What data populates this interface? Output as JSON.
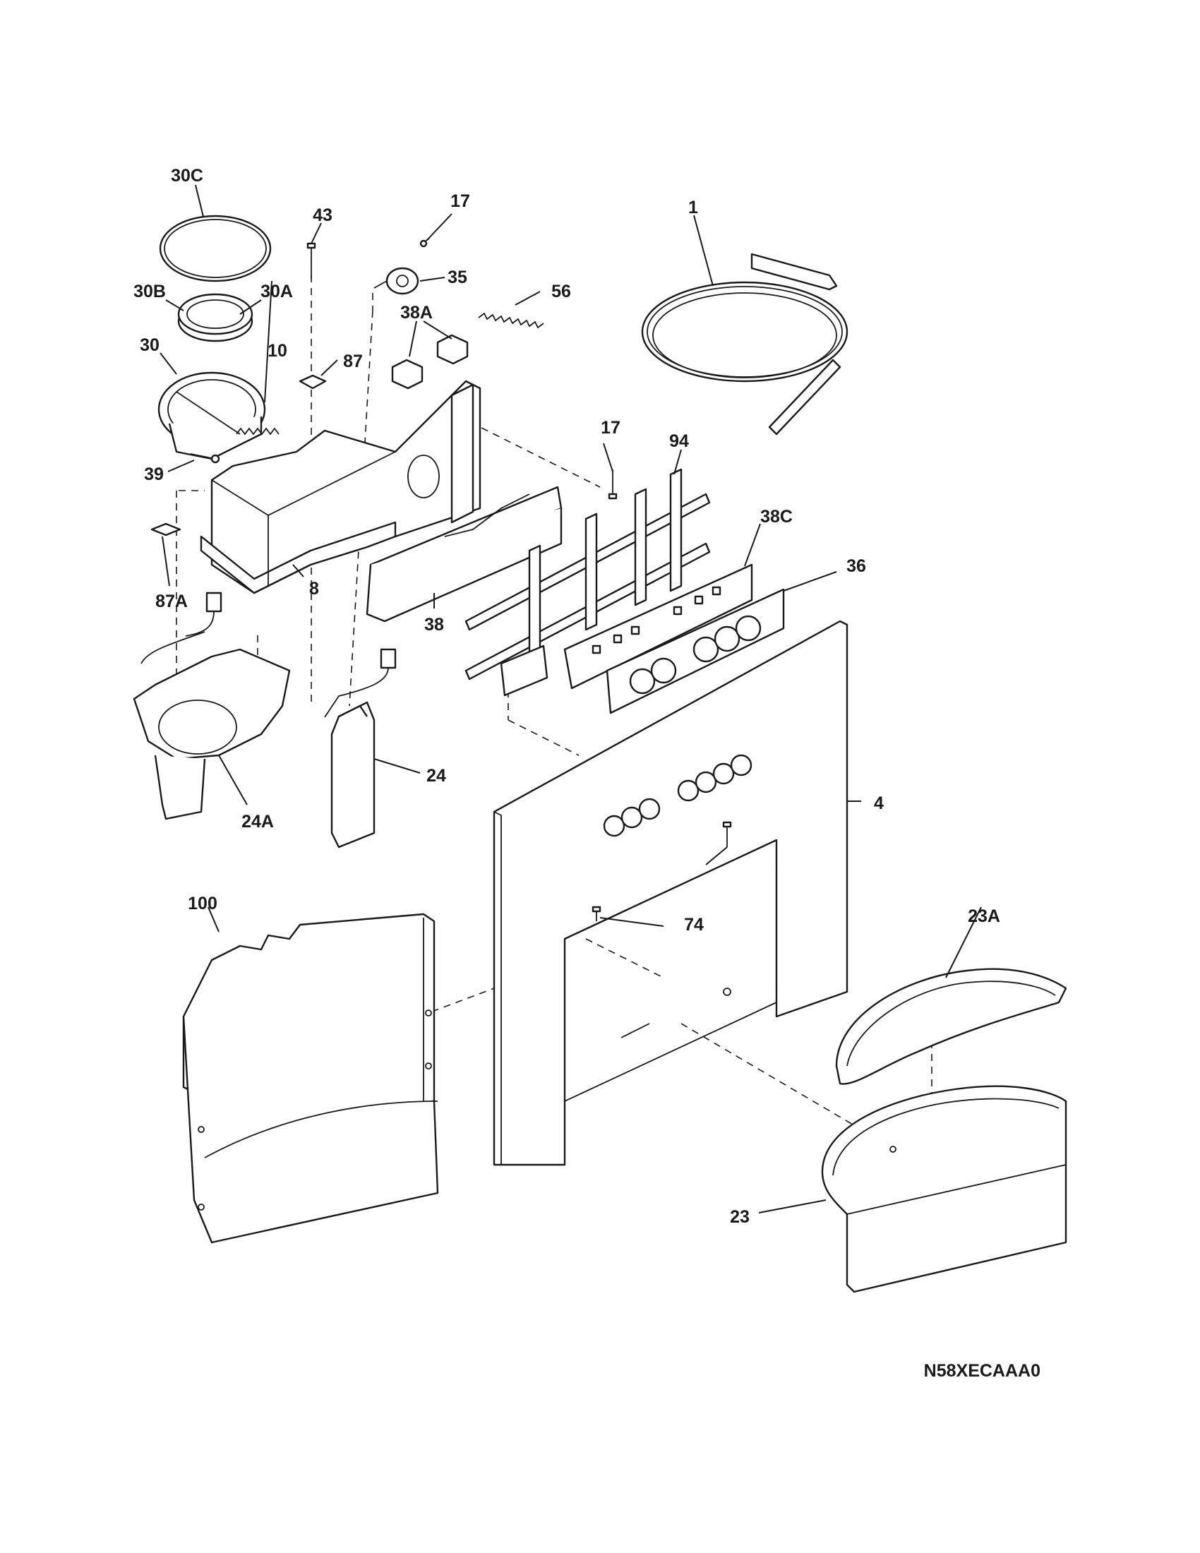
{
  "labels": {
    "l30C": "30C",
    "l43": "43",
    "l17a": "17",
    "l1": "1",
    "l30B": "30B",
    "l30A": "30A",
    "l35": "35",
    "l56": "56",
    "l30": "30",
    "l10": "10",
    "l38A": "38A",
    "l87": "87",
    "l39": "39",
    "l17b": "17",
    "l94": "94",
    "l38C": "38C",
    "l36": "36",
    "l8": "8",
    "l87A": "87A",
    "l38": "38",
    "l24": "24",
    "l24A": "24A",
    "l4": "4",
    "l74": "74",
    "l100": "100",
    "l23A": "23A",
    "l23": "23"
  },
  "diagram_code": "N58XECAAA0"
}
